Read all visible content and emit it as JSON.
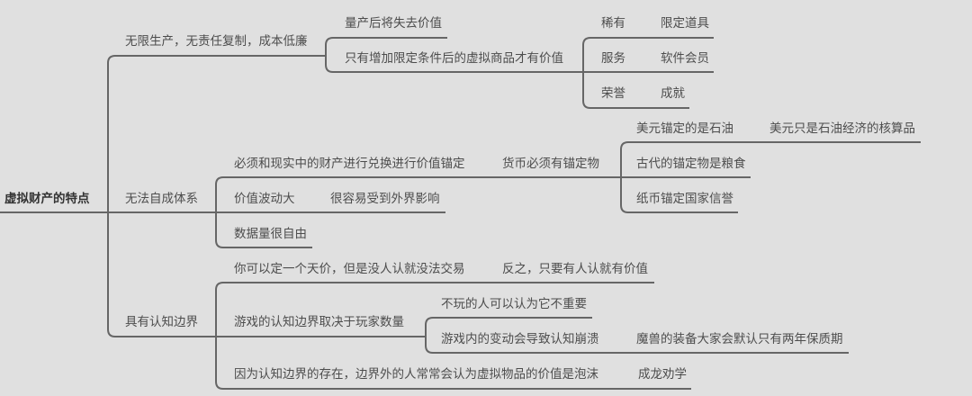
{
  "colors": {
    "background": "#e0e0e0",
    "line": "#666666",
    "text": "#4d4d4d"
  },
  "root": {
    "label": "虚拟财产的特点"
  },
  "branches": [
    {
      "label": "无限生产，无责任复制，成本低廉",
      "children": [
        {
          "label": "量产后将失去价值"
        },
        {
          "label": "只有增加限定条件后的虚拟商品才有价值",
          "children": [
            {
              "label": "稀有",
              "note": "限定道具"
            },
            {
              "label": "服务",
              "note": "软件会员"
            },
            {
              "label": "荣誉",
              "note": "成就"
            }
          ]
        }
      ]
    },
    {
      "label": "无法自成体系",
      "children": [
        {
          "label": "必须和现实中的财产进行兑换进行价值锚定",
          "next": "货币必须有锚定物",
          "children": [
            {
              "label": "美元锚定的是石油",
              "note": "美元只是石油经济的核算品"
            },
            {
              "label": "古代的锚定物是粮食"
            },
            {
              "label": "纸币锚定国家信誉"
            }
          ]
        },
        {
          "label": "价值波动大",
          "note": "很容易受到外界影响"
        },
        {
          "label": "数据量很自由"
        }
      ]
    },
    {
      "label": "具有认知边界",
      "children": [
        {
          "label": "你可以定一个天价，但是没人认就没法交易",
          "note": "反之，只要有人认就有价值"
        },
        {
          "label": "游戏的认知边界取决于玩家数量",
          "children": [
            {
              "label": "不玩的人可以认为它不重要"
            },
            {
              "label": "游戏内的变动会导致认知崩溃",
              "note": "魔兽的装备大家会默认只有两年保质期"
            }
          ]
        },
        {
          "label": "因为认知边界的存在，边界外的人常常会认为虚拟物品的价值是泡沫",
          "note": "成龙劝学"
        }
      ]
    }
  ]
}
